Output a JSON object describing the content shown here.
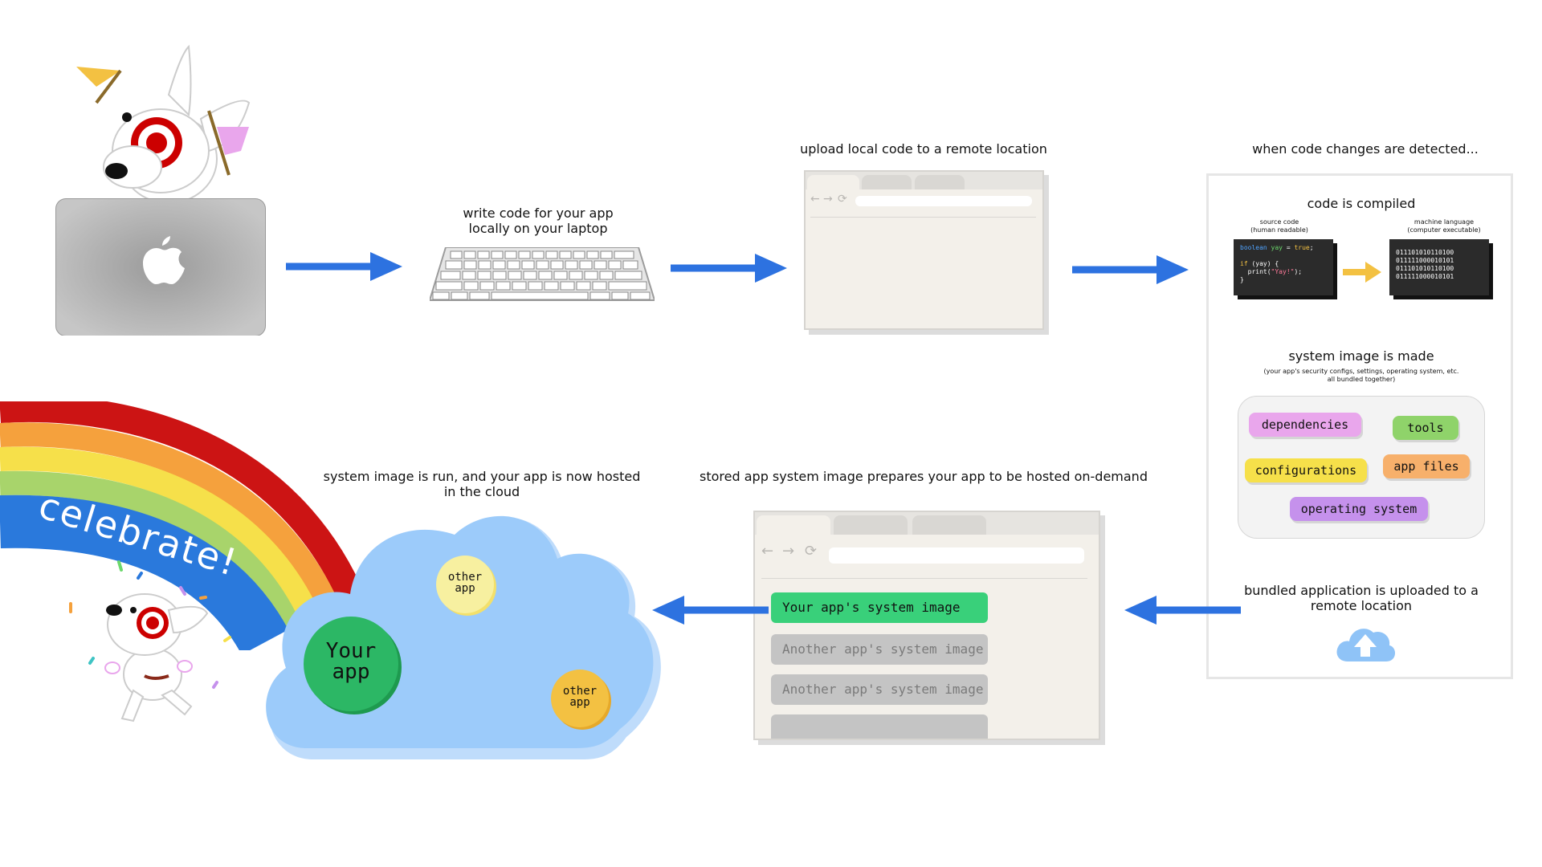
{
  "steps": {
    "write_code": "write code for your app\nlocally on your laptop",
    "upload": "upload local code to a remote location",
    "detect": "when code changes are detected...",
    "compiled": "code is compiled",
    "image_made": "system image is made",
    "image_made_note": "(your app's security configs, settings, operating system, etc.\nall bundled together)",
    "uploaded": "bundled application is uploaded to a\nremote location",
    "stored": "stored app system image prepares your app to be hosted on-demand",
    "run": "system image is run, and your app is now hosted\nin the cloud"
  },
  "code": {
    "source_label": "source code\n(human readable)",
    "machine_label": "machine language\n(computer executable)",
    "source_line1_kw": "boolean",
    "source_line1_var": "yay",
    "source_line1_eq": " = ",
    "source_line1_val": "true",
    "source_line1_end": ";",
    "source_line2_kw": "if",
    "source_line2_rest": " (yay) {",
    "source_line3_fn": "print(",
    "source_line3_str": "\"Yay!\"",
    "source_line3_end": ");",
    "source_line4": "}",
    "machine_lines": [
      "011101010110100",
      "011111000010101",
      "011101010110100",
      "011111000010101"
    ]
  },
  "bundle": {
    "items": [
      {
        "label": "dependencies",
        "color": "#e9a6ec"
      },
      {
        "label": "tools",
        "color": "#8fd36a"
      },
      {
        "label": "configurations",
        "color": "#f6e04a"
      },
      {
        "label": "app files",
        "color": "#f7b06b"
      },
      {
        "label": "operating system",
        "color": "#c591ec"
      }
    ]
  },
  "registry": {
    "rows": [
      "Your app's system image",
      "Another app's system image",
      "Another app's system image",
      ""
    ]
  },
  "cloud": {
    "your_app": "Your\napp",
    "other_app_1": "other\napp",
    "other_app_2": "other\napp"
  },
  "rainbow": {
    "label": "celebrate!"
  },
  "colors": {
    "arrow": "#2d72e0",
    "yellow_arrow": "#f3c142",
    "your_app_row": "#39d07a",
    "other_row": "#c4c4c4",
    "cloud": "#9ccbfa",
    "rainbow_blue": "#2a79dc"
  }
}
